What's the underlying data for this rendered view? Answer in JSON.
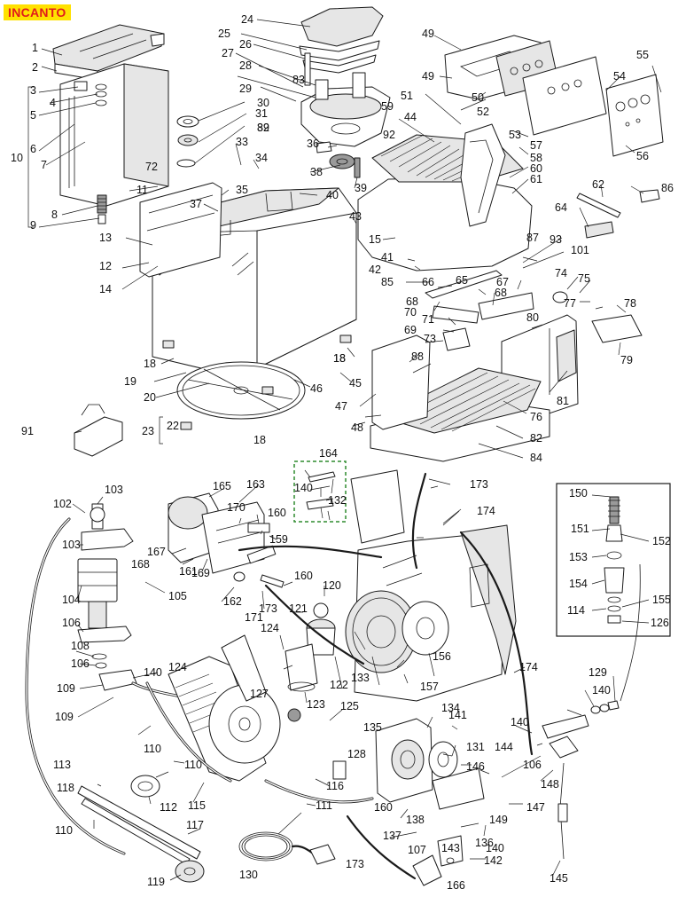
{
  "header": {
    "title": "INCANTO"
  },
  "colors": {
    "title_bg": "#ffe100",
    "title_fg": "#e11b1b",
    "highlight_box": "#2e8b2e",
    "line": "#1a1a1a"
  },
  "labels": [
    "1",
    "2",
    "3",
    "4",
    "5",
    "6",
    "7",
    "8",
    "9",
    "10",
    "11",
    "12",
    "13",
    "14",
    "15",
    "18",
    "18",
    "18",
    "18",
    "19",
    "20",
    "22",
    "23",
    "24",
    "25",
    "26",
    "27",
    "28",
    "29",
    "30",
    "31",
    "32",
    "33",
    "34",
    "35",
    "36",
    "37",
    "38",
    "39",
    "40",
    "41",
    "42",
    "43",
    "44",
    "45",
    "46",
    "47",
    "48",
    "49",
    "49",
    "50",
    "51",
    "52",
    "53",
    "54",
    "55",
    "56",
    "57",
    "58",
    "59",
    "60",
    "61",
    "62",
    "64",
    "65",
    "66",
    "67",
    "68",
    "68",
    "69",
    "70",
    "71",
    "72",
    "73",
    "74",
    "75",
    "76",
    "77",
    "78",
    "79",
    "80",
    "81",
    "82",
    "83",
    "84",
    "85",
    "86",
    "87",
    "88",
    "89",
    "91",
    "92",
    "93",
    "101",
    "102",
    "103",
    "103",
    "104",
    "105",
    "106",
    "106",
    "106",
    "107",
    "108",
    "109",
    "109",
    "110",
    "110",
    "110",
    "111",
    "112",
    "113",
    "114",
    "115",
    "116",
    "117",
    "118",
    "119",
    "120",
    "121",
    "122",
    "123",
    "124",
    "124",
    "125",
    "126",
    "127",
    "128",
    "129",
    "130",
    "131",
    "132",
    "133",
    "134",
    "135",
    "136",
    "137",
    "138",
    "140",
    "140",
    "140",
    "140",
    "140",
    "141",
    "142",
    "143",
    "144",
    "145",
    "146",
    "147",
    "148",
    "149",
    "150",
    "151",
    "152",
    "153",
    "154",
    "155",
    "156",
    "157",
    "159",
    "160",
    "160",
    "160",
    "161",
    "162",
    "163",
    "164",
    "165",
    "166",
    "167",
    "168",
    "169",
    "170",
    "171",
    "173",
    "173",
    "173",
    "174",
    "174"
  ]
}
